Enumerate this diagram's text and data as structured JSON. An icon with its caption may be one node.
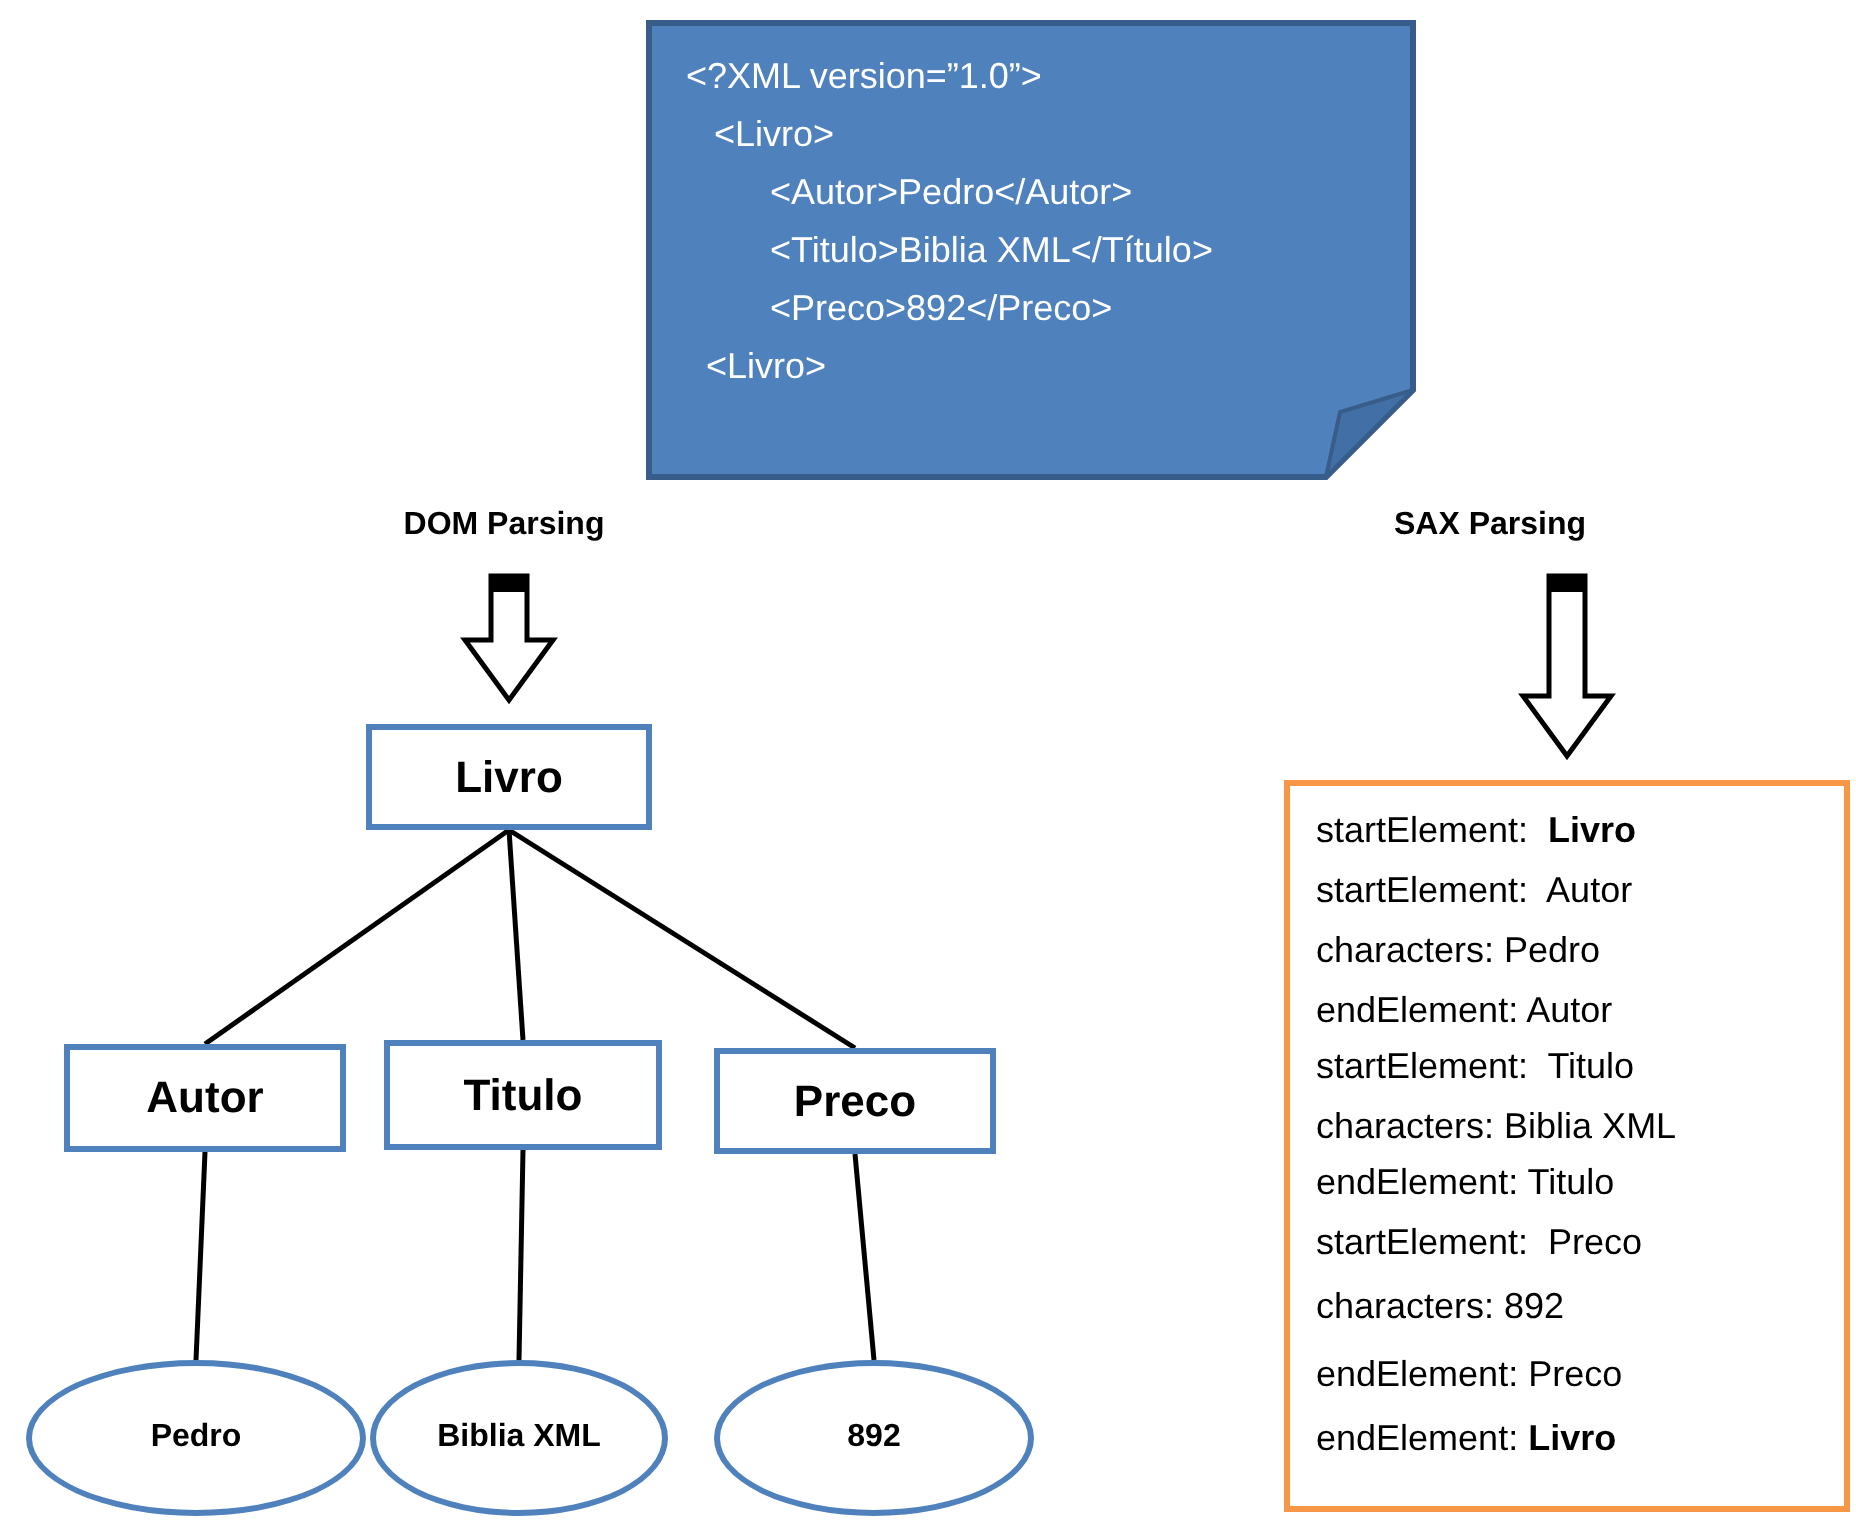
{
  "diagram": {
    "nodes": [
      {
        "text": [
          "<?XML version=”1.0”>",
          "<Livro>",
          "<Autor>Pedro</Autor>",
          "<Titulo>Biblia XML</Título>",
          "<Preco>892</Preco>",
          "<Livro>"
        ]
      },
      {
        "text": [
          "DOM Parsing"
        ]
      },
      {
        "text": [
          "SAX Parsing"
        ]
      },
      {
        "text": [
          "Livro"
        ]
      },
      {
        "text": [
          "Autor"
        ]
      },
      {
        "text": [
          "Titulo"
        ]
      },
      {
        "text": [
          "Preco"
        ]
      },
      {
        "text": [
          "Pedro"
        ]
      },
      {
        "text": [
          "Biblia XML"
        ]
      },
      {
        "text": [
          "892"
        ]
      },
      {
        "text": [
          "startElement:  **Livro**",
          "startElement:  Autor",
          "characters: Pedro",
          "endElement: Autor",
          "startElement:  Titulo",
          "characters: Biblia XML",
          "endElement: Titulo",
          "startElement:  Preco",
          "characters: 892",
          "endElement: Preco",
          "endElement: **Livro**"
        ]
      }
    ],
    "edges": [
      {
        "from": 1,
        "to": 3,
        "arrow": "to",
        "style": "thick"
      },
      {
        "from": 2,
        "to": 10,
        "arrow": "to",
        "style": "thick"
      },
      {
        "from": 3,
        "to": 4,
        "arrow": "none"
      },
      {
        "from": 3,
        "to": 5,
        "arrow": "none"
      },
      {
        "from": 3,
        "to": 6,
        "arrow": "none"
      },
      {
        "from": 4,
        "to": 7,
        "arrow": "none"
      },
      {
        "from": 5,
        "to": 8,
        "arrow": "none"
      },
      {
        "from": 6,
        "to": 9,
        "arrow": "none"
      }
    ]
  }
}
